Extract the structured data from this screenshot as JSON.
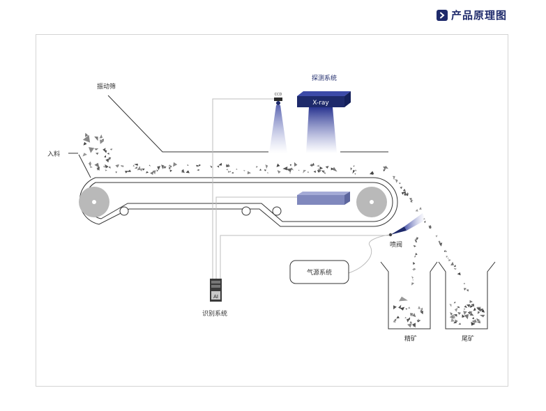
{
  "heading": {
    "title": "产品原理图",
    "icon": "chevron-right-icon",
    "accent": "#1e2a6b"
  },
  "labels": {
    "vibrating_screen": "振动筛",
    "feed": "入料",
    "detection_system": "探测系统",
    "xray": "X-ray",
    "ccd": "CCD",
    "nozzle": "喷阀",
    "air_source": "气源系统",
    "recognition": "识别系统",
    "ai": "AI",
    "concentrate": "精矿",
    "tailings": "尾矿"
  },
  "colors": {
    "xray_box": "#1e2a6b",
    "belt_plate": "#8088bd",
    "particles": "#555555"
  }
}
